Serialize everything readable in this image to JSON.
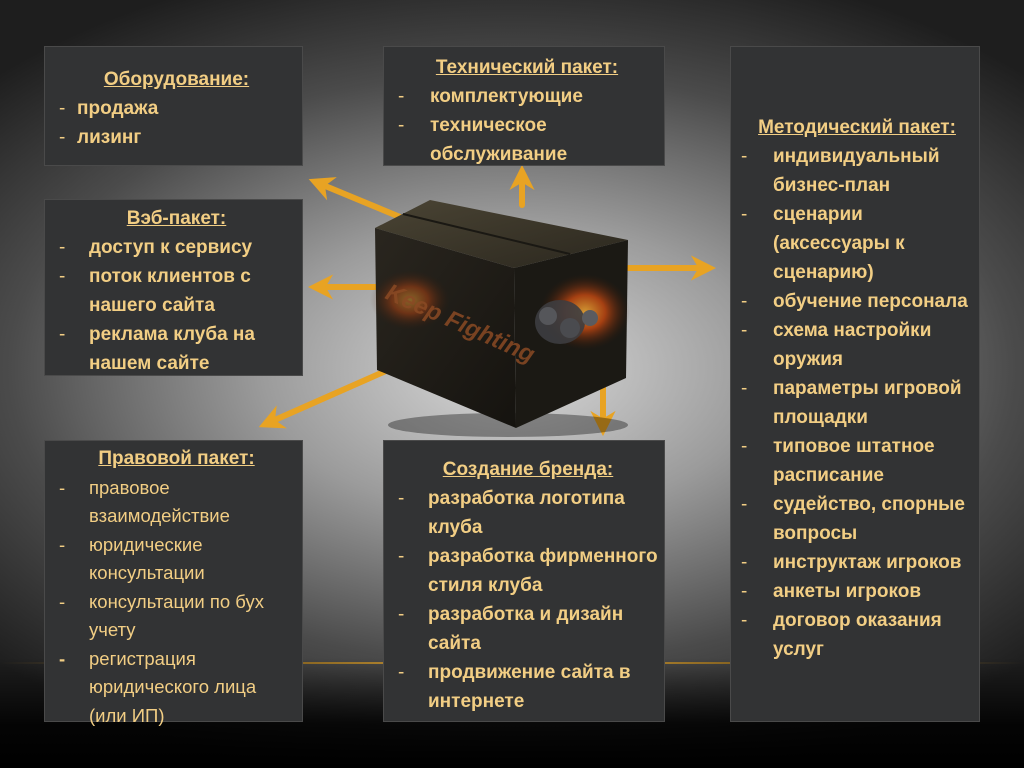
{
  "panels": {
    "equipment": {
      "title": "Оборудование:",
      "items": [
        "продажа",
        "лизинг"
      ]
    },
    "tech": {
      "title": "Технический пакет:",
      "items": [
        "комплектующие",
        "техническое обслуживание"
      ]
    },
    "method": {
      "title": "Методический пакет:",
      "items": [
        "индивидуальный бизнес-план",
        "сценарии (аксессуары к сценарию)",
        "обучение персонала",
        "схема настройки оружия",
        "параметры игровой площадки",
        "типовое штатное расписание",
        "судейство, спорные вопросы",
        "инструктаж игроков",
        "анкеты игроков",
        "договор оказания услуг"
      ]
    },
    "web": {
      "title": "Вэб-пакет:",
      "items": [
        "доступ к сервису",
        "поток клиентов с нашего сайта",
        "реклама клуба на нашем сайте"
      ]
    },
    "legal": {
      "title": "Правовой пакет:",
      "items": [
        "правовое взаимодействие",
        "юридические консультации",
        "консультации по бух учету",
        "регистрация юридического лица (или ИП)"
      ]
    },
    "brand": {
      "title": "Создание бренда:",
      "items": [
        "разработка логотипа клуба",
        "разработка фирменного стиля клуба",
        "разработка и дизайн сайта",
        "продвижение сайта в интернете"
      ]
    }
  },
  "box": {
    "label": "Keep Fighting"
  },
  "dash": "-",
  "colors": {
    "panel_bg": "#323334",
    "text": "#f2ce84",
    "arrow": "#e8a323"
  }
}
